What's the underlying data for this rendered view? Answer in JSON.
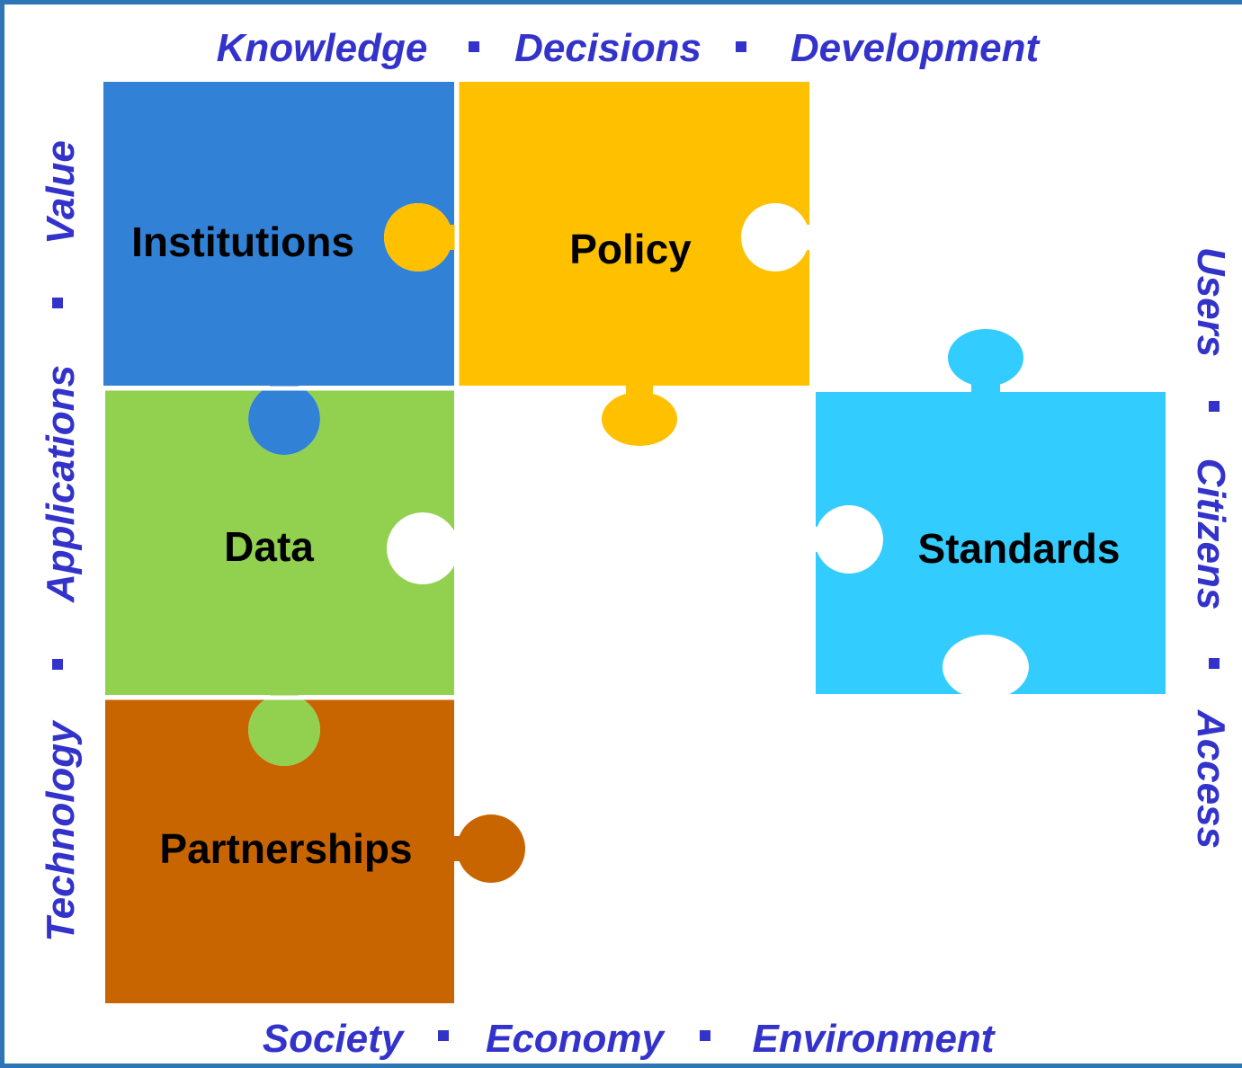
{
  "colors": {
    "frame": "#2e75b6",
    "text_accent": "#3333cc",
    "institutions": "#3182d6",
    "policy": "#ffc000",
    "data": "#92d050",
    "partnerships": "#c96500",
    "standards": "#33ccff"
  },
  "pieces": {
    "institutions": "Institutions",
    "policy": "Policy",
    "data": "Data",
    "partnerships": "Partnerships",
    "standards": "Standards"
  },
  "top_words": [
    "Knowledge",
    "Decisions",
    "Development"
  ],
  "bottom_words": [
    "Society",
    "Economy",
    "Environment"
  ],
  "left_words": [
    "Technology",
    "Applications",
    "Value"
  ],
  "right_words": [
    "Users",
    "Citizens",
    "Access"
  ]
}
